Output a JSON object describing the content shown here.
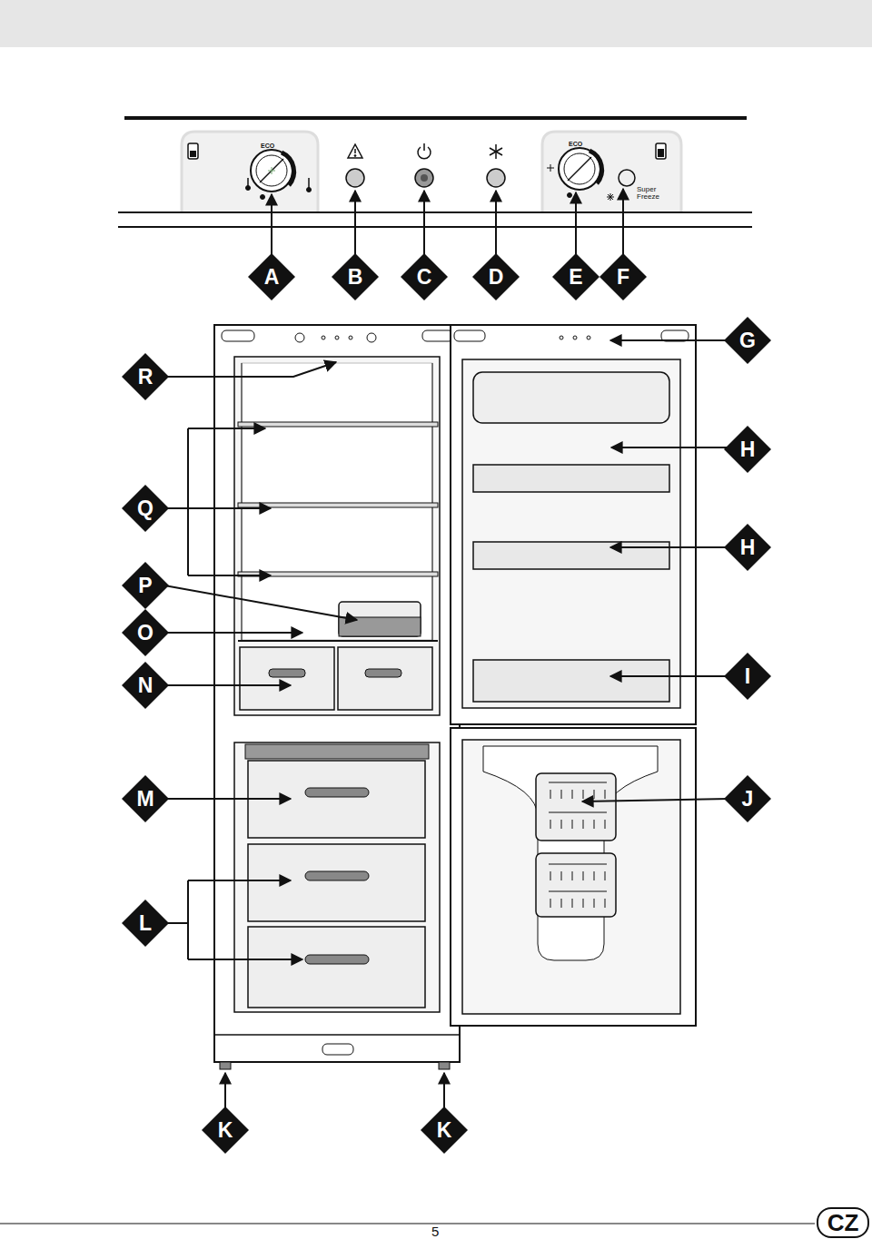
{
  "diagram": {
    "nodes": [
      {
        "text": [
          "A"
        ]
      },
      {
        "text": [
          "B"
        ]
      },
      {
        "text": [
          "C"
        ]
      },
      {
        "text": [
          "D"
        ]
      },
      {
        "text": [
          "E"
        ]
      },
      {
        "text": [
          "F"
        ]
      },
      {
        "text": [
          "G"
        ]
      },
      {
        "text": [
          "R"
        ]
      },
      {
        "text": [
          "H"
        ]
      },
      {
        "text": [
          "Q"
        ]
      },
      {
        "text": [
          "H"
        ]
      },
      {
        "text": [
          "P"
        ]
      },
      {
        "text": [
          "O"
        ]
      },
      {
        "text": [
          "I"
        ]
      },
      {
        "text": [
          "N"
        ]
      },
      {
        "text": [
          "M"
        ]
      },
      {
        "text": [
          "J"
        ]
      },
      {
        "text": [
          "L"
        ]
      },
      {
        "text": [
          "K"
        ]
      },
      {
        "text": [
          "K"
        ]
      },
      {
        "text": [
          "CZ"
        ]
      }
    ],
    "labels": [
      "ECO",
      "ECO",
      "Super Freeze",
      "5"
    ]
  }
}
